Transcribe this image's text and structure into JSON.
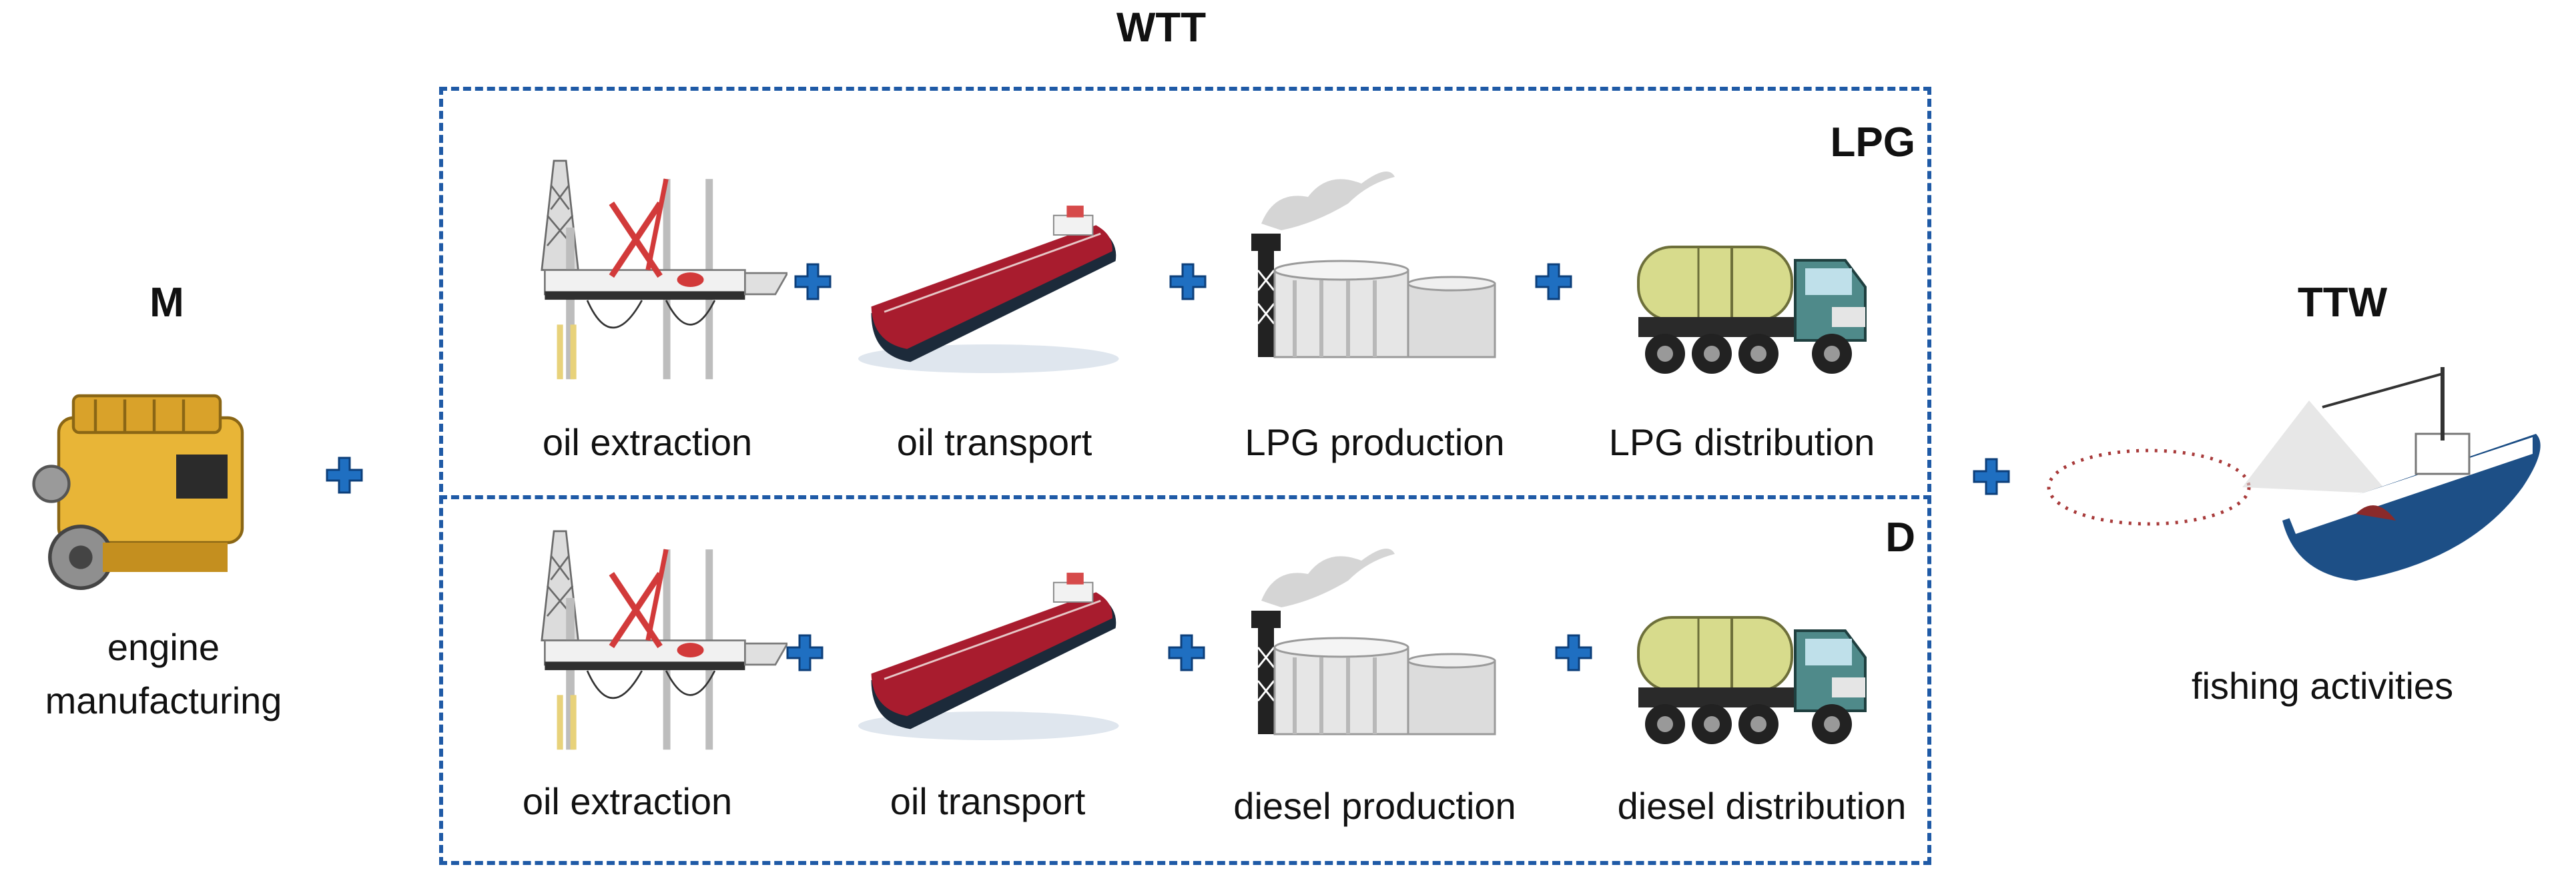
{
  "colors": {
    "border": "#1f5aa6",
    "plus": "#1f6fc1",
    "plus_outline": "#0d3f7a"
  },
  "headers": {
    "wtt": "WTT",
    "m": "M",
    "ttw": "TTW",
    "lpg": "LPG",
    "d": "D"
  },
  "left": {
    "label_line1": "engine",
    "label_line2": "manufacturing",
    "icon": "engine-icon"
  },
  "right": {
    "label": "fishing activities",
    "icon": "fishing-boat-icon"
  },
  "lpg_row": {
    "steps": [
      {
        "label": "oil extraction",
        "icon": "oil-rig-icon"
      },
      {
        "label": "oil transport",
        "icon": "tanker-ship-icon"
      },
      {
        "label": "LPG production",
        "icon": "refinery-icon"
      },
      {
        "label": "LPG distribution",
        "icon": "tanker-truck-icon"
      }
    ]
  },
  "d_row": {
    "steps": [
      {
        "label": "oil extraction",
        "icon": "oil-rig-icon"
      },
      {
        "label": "oil transport",
        "icon": "tanker-ship-icon"
      },
      {
        "label": "diesel production",
        "icon": "refinery-icon"
      },
      {
        "label": "diesel distribution",
        "icon": "tanker-truck-icon"
      }
    ]
  },
  "plus_icon": "plus-icon"
}
